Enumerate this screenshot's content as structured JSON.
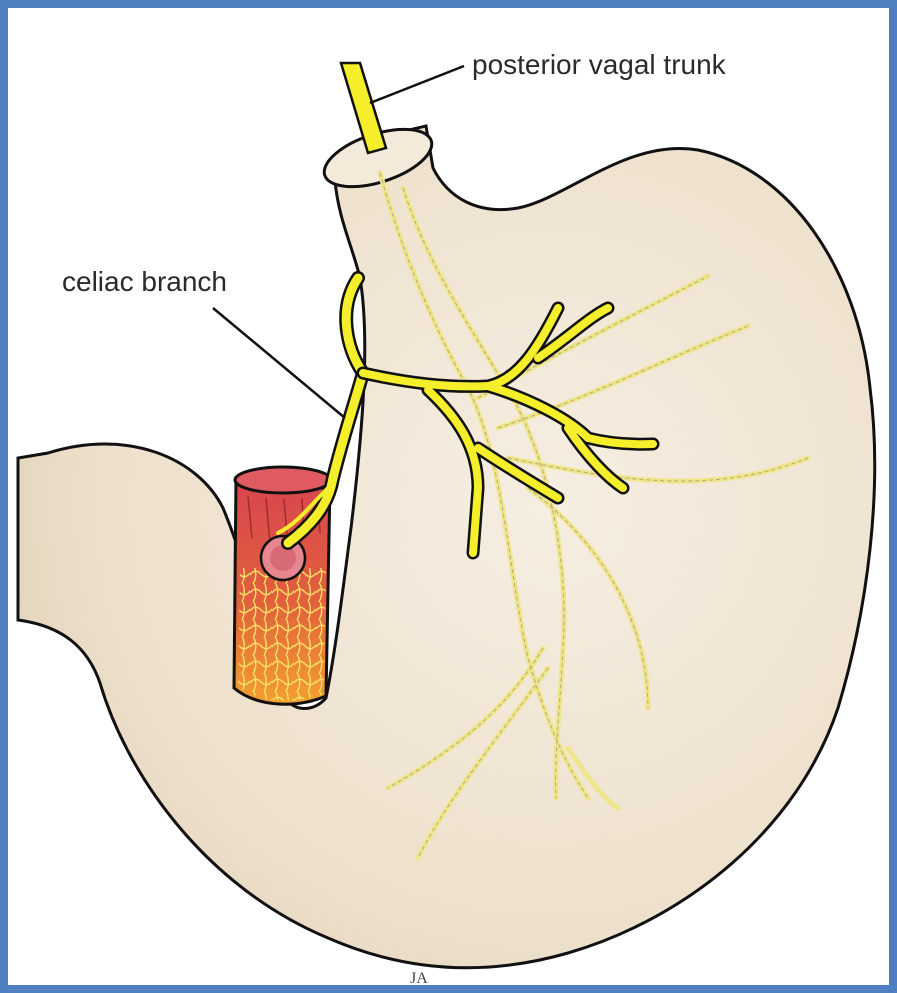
{
  "labels": {
    "posterior_vagal_trunk": "posterior vagal trunk",
    "celiac_branch": "celiac branch"
  },
  "artist_mark": "JA",
  "colors": {
    "frame_border": "#4f7fc0",
    "stomach_fill": "#efe3cf",
    "nerve_yellow": "#f4ef2a",
    "nerve_faint": "#f0ea98",
    "duodenum_red": "#d8454f",
    "duodenum_orange": "#f2a030",
    "outline": "#111111"
  }
}
